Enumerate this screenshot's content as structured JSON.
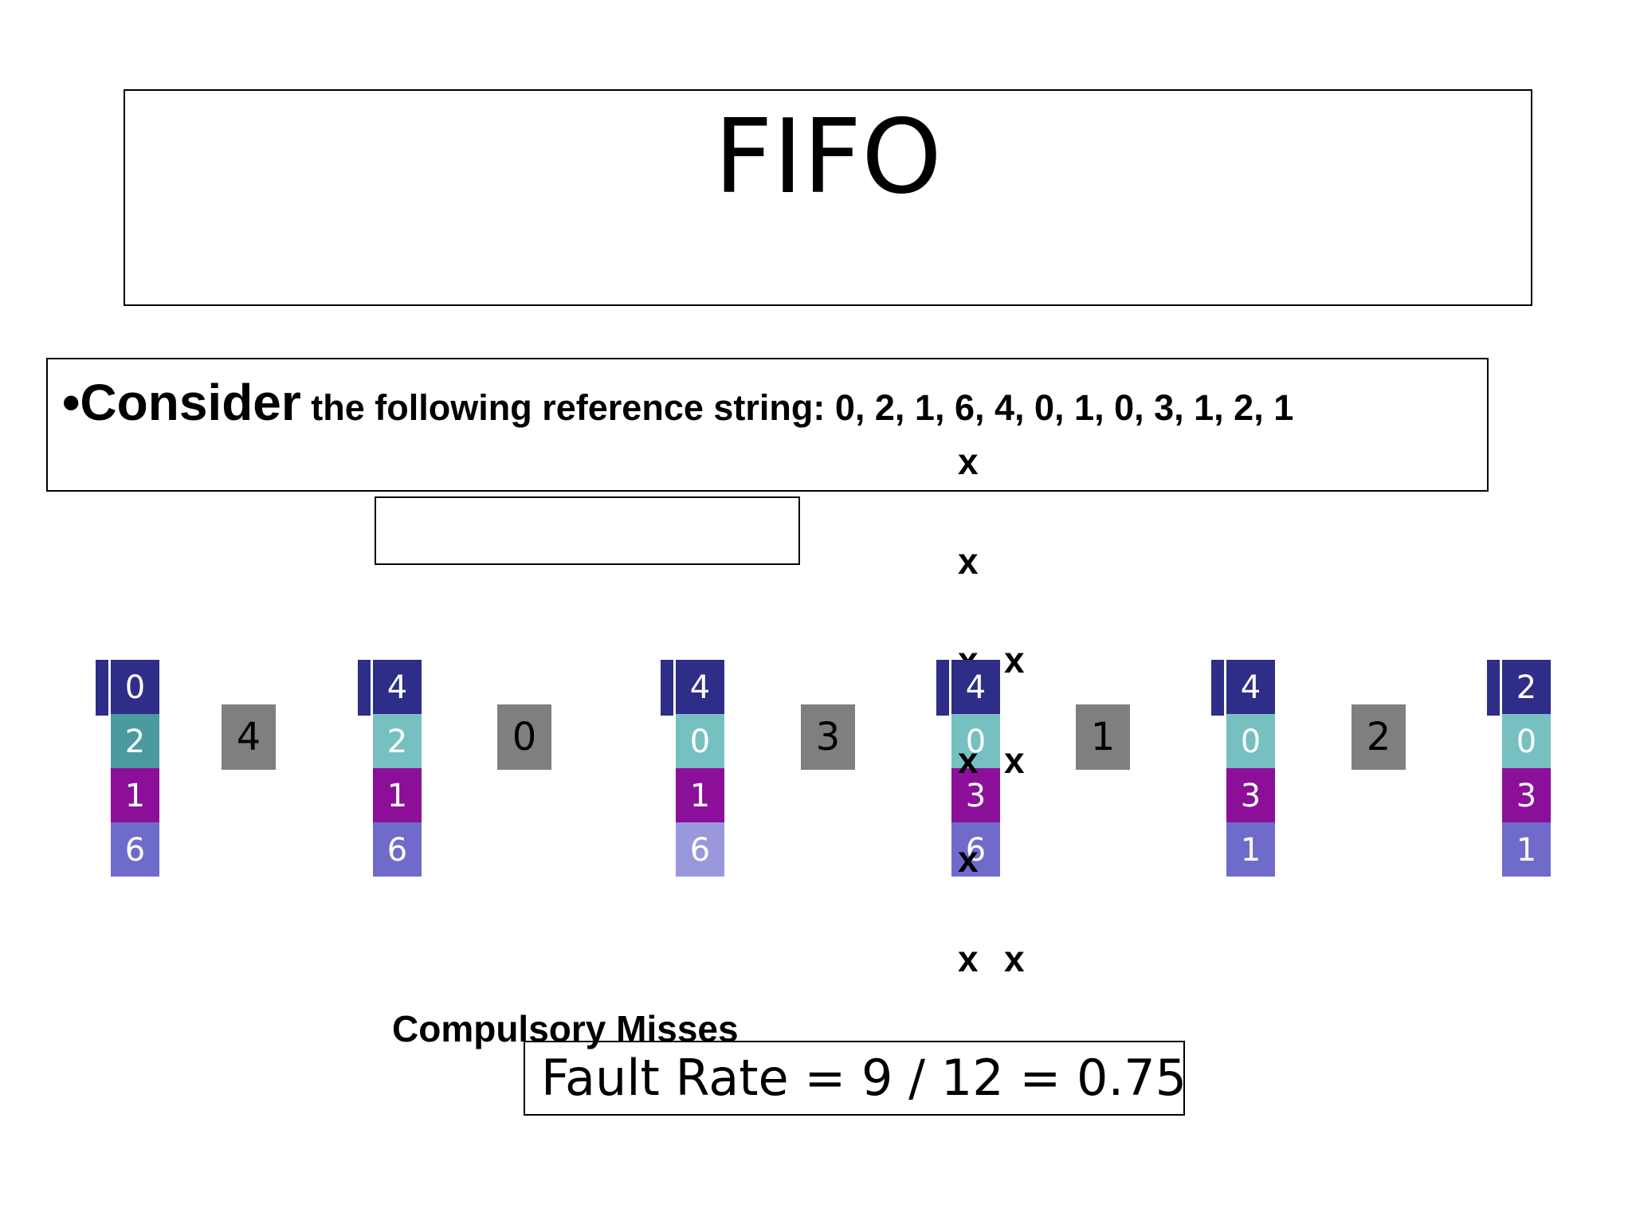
{
  "title": "FIFO",
  "consider": {
    "bullet": "•",
    "lead": "Consider",
    "rest": " the following reference string: 0, 2, 1, 6, 4, 0, 1, 0, 3, 1, 2, 1"
  },
  "miss_mark": "x",
  "frames": [
    [
      "0",
      "2",
      "1",
      "6"
    ],
    [
      "4",
      "2",
      "1",
      "6"
    ],
    [
      "4",
      "0",
      "1",
      "6"
    ],
    [
      "4",
      "0",
      "3",
      "6"
    ],
    [
      "4",
      "0",
      "3",
      "1"
    ],
    [
      "2",
      "0",
      "3",
      "1"
    ]
  ],
  "frame_colors": [
    [
      "#2e2d88",
      "#4a9aa0",
      "#8b0f99",
      "#6f6bcb"
    ],
    [
      "#2e2d88",
      "#77c0c2",
      "#8b0f99",
      "#6f6bcb"
    ],
    [
      "#2e2d88",
      "#77c0c2",
      "#8b0f99",
      "#9a98dc"
    ],
    [
      "#2e2d88",
      "#77c0c2",
      "#8b0f99",
      "#6f6bcb"
    ],
    [
      "#2e2d88",
      "#77c0c2",
      "#8b0f99",
      "#6f6bcb"
    ],
    [
      "#2e2d88",
      "#77c0c2",
      "#8b0f99",
      "#6f6bcb"
    ]
  ],
  "references": [
    "4",
    "0",
    "3",
    "1",
    "2"
  ],
  "compulsory_label": "Compulsory Misses",
  "fault_rate": "Fault Rate = 9 / 12 = 0.75"
}
